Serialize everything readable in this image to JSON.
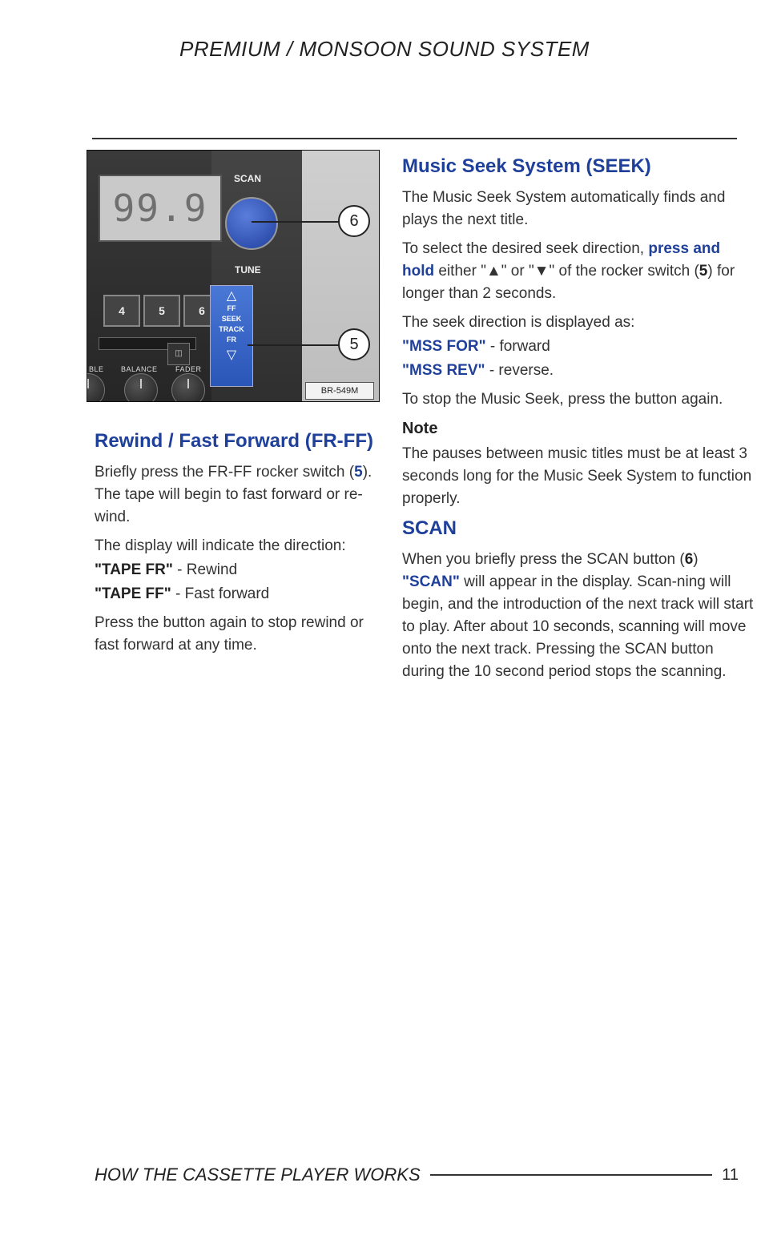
{
  "header": {
    "title": "PREMIUM / MONSOON SOUND SYSTEM"
  },
  "photo": {
    "display": "99.9",
    "presets": [
      "4",
      "5",
      "6"
    ],
    "scan_label": "SCAN",
    "tune_label": "TUNE",
    "rocker_labels": [
      "FF",
      "SEEK",
      "TRACK",
      "FR"
    ],
    "balance_label": "BALANCE",
    "fader_label": "FADER",
    "ble_label": "BLE",
    "callout_scan": "6",
    "callout_rocker": "5",
    "code": "BR-549M"
  },
  "left": {
    "heading": "Rewind / Fast Forward (FR-FF)",
    "p1_a": "Briefly press the FR-FF rocker switch (",
    "p1_b": "5",
    "p1_c": "). The tape will begin to fast forward or re-wind.",
    "p2": "The display will indicate the direction:",
    "line1_key": "\"TAPE FR\"",
    "line1_val": " - Rewind",
    "line2_key": "\"TAPE FF\"",
    "line2_val": " - Fast forward",
    "p3": "Press the button again to stop rewind or fast forward at any time."
  },
  "right": {
    "heading": "Music Seek System (SEEK)",
    "p1": "The Music Seek System automatically finds and plays the next title.",
    "p2_a": "To select the desired seek direction, ",
    "p2_b": "press and hold",
    "p2_c": " either \"▲\" or \"▼\" of the rocker switch (",
    "p2_d": "5",
    "p2_e": ") for longer than 2 seconds.",
    "p3": "The seek direction is displayed as:",
    "line1_key": "\"MSS FOR\"",
    "line1_val": " - forward",
    "line2_key": "\"MSS REV\"",
    "line2_val": " - reverse.",
    "p4": "To stop the Music Seek, press the button again.",
    "note_heading": "Note",
    "note": "The pauses between music titles must be at least 3 seconds long for the Music Seek System to function properly.",
    "scan_heading": "SCAN",
    "scan_a": "When you briefly press the SCAN button (",
    "scan_b": "6",
    "scan_c": ") ",
    "scan_d": "\"SCAN\"",
    "scan_e": " will appear in the display. Scan-ning will begin, and the introduction of the next track will start to play. After about 10 seconds, scanning will move onto the next track. Pressing the SCAN button during the 10 second period stops the scanning."
  },
  "footer": {
    "title": "HOW THE CASSETTE PLAYER WORKS",
    "page": "11"
  },
  "colors": {
    "heading": "#1e3f9a",
    "rocker": "#3a66c8"
  }
}
